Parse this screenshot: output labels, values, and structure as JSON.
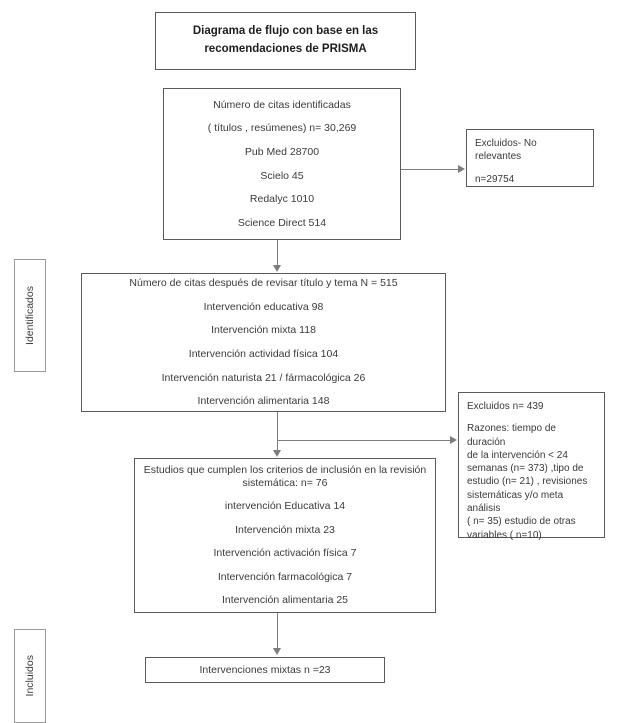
{
  "diagram": {
    "title_box": {
      "lines": [
        "Diagrama de flujo con base en las",
        "recomendaciones de PRISMA"
      ]
    },
    "stage_labels": {
      "identified": "Identificados",
      "included": "Incluidos"
    },
    "box_identified": {
      "lines": [
        "Número de citas identificadas",
        "(  títulos , resúmenes) n= 30,269",
        "Pub Med 28700",
        "Scielo 45",
        "Redalyc 1010",
        "Science Direct 514"
      ]
    },
    "box_excluded_1": {
      "lines": [
        "Excluidos- No relevantes",
        "n=29754"
      ]
    },
    "box_screened": {
      "lines": [
        "Número de citas después de revisar título y tema N = 515",
        "Intervención educativa 98",
        "Intervención mixta 118",
        "Intervención actividad física 104",
        "Intervención naturista 21 / fármacológica 26",
        "Intervención alimentaria 148"
      ]
    },
    "box_excluded_2": {
      "head": "Excluidos  n= 439",
      "reason_lines": [
        "Razones:  tiempo de duración",
        "de la intervención < 24",
        "semanas (n= 373)  ,tipo de",
        "estudio (n= 21) ,  revisiones",
        "sistemáticas y/o meta análisis",
        "( n= 35) estudio de otras",
        "variables ( n=10)"
      ]
    },
    "box_included": {
      "lines": [
        "Estudios que cumplen los criterios de inclusión en la revisión sistemática: n= 76",
        "intervención Educativa 14",
        "Intervención mixta 23",
        "Intervención activación física 7",
        "Intervención farmacológica 7",
        "Intervención alimentaria 25"
      ]
    },
    "box_final": {
      "lines": [
        "Intervenciones mixtas n =23"
      ]
    },
    "colors": {
      "box_border": "#5a5a5a",
      "connector": "#7d7d7d",
      "text": "#3a3a3a",
      "title_text": "#1d1d1d",
      "background": "#ffffff"
    }
  }
}
